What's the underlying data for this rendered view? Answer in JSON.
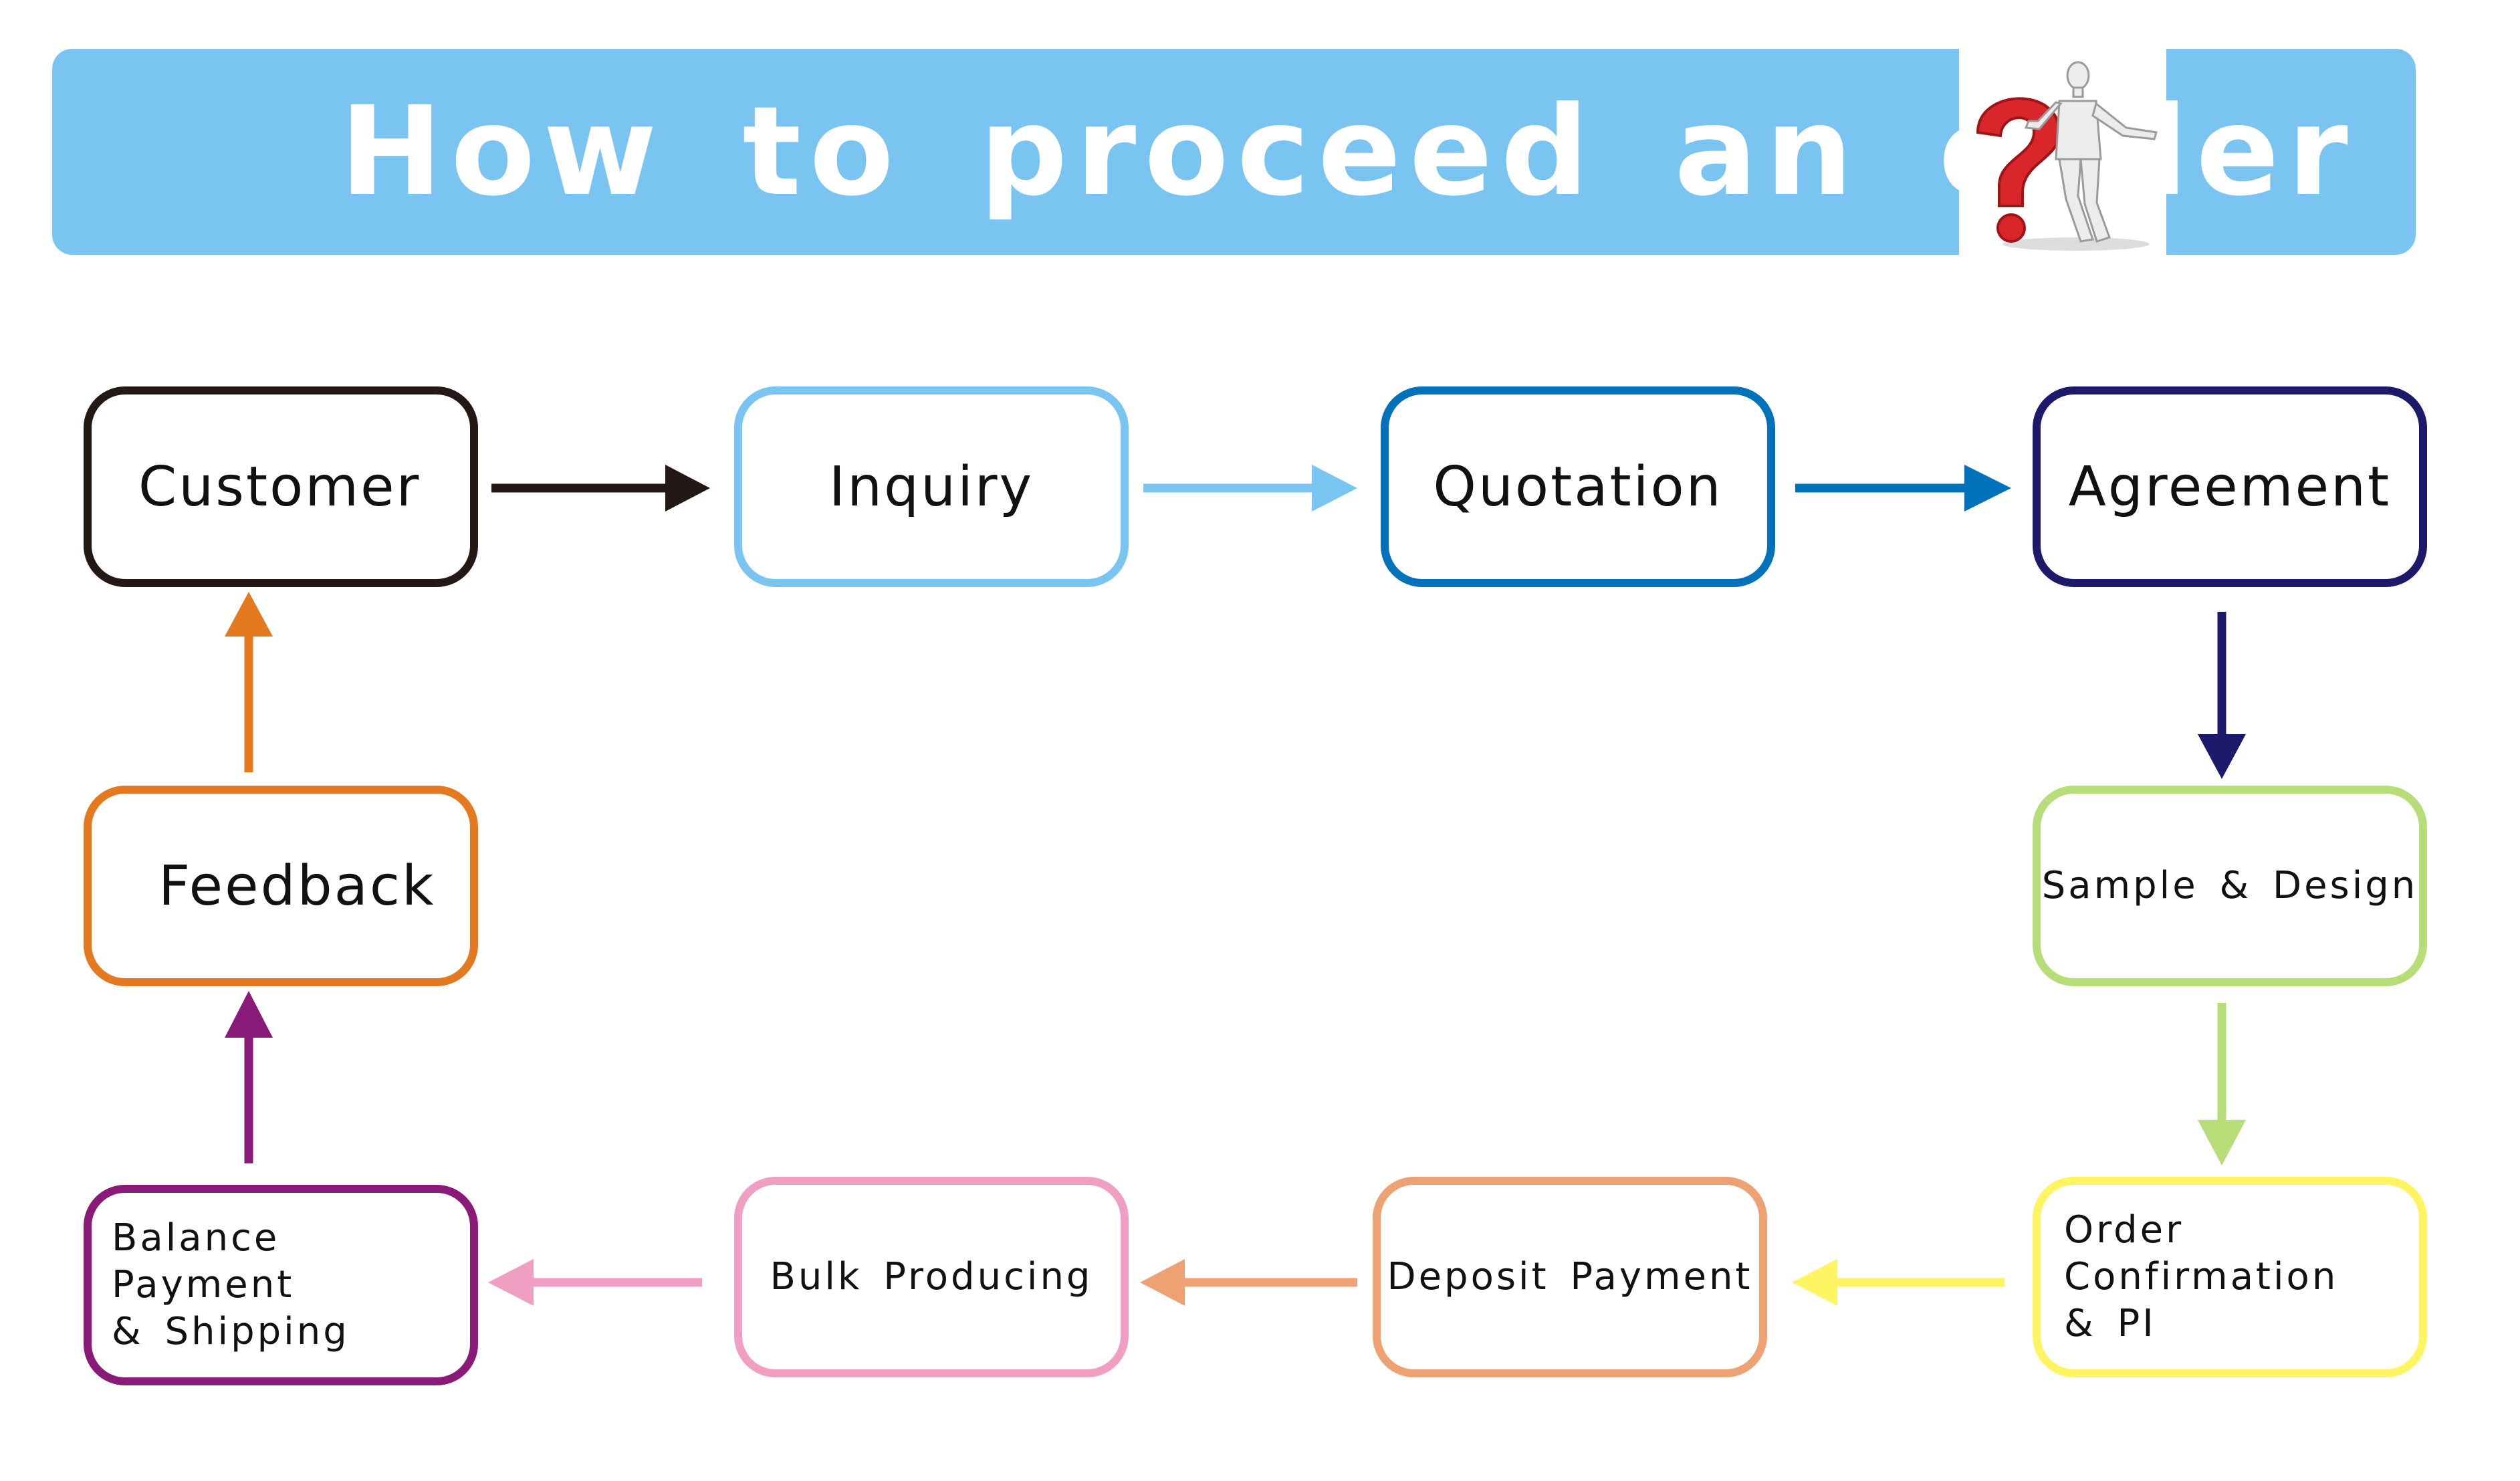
{
  "title": "How to proceed an order",
  "illustration": {
    "icon": "question-mark-mannequin-icon",
    "question_color": "#d8262b",
    "figure_color": "#e8e8e8"
  },
  "colors": {
    "banner": "#79c4f0",
    "customer": "#231815",
    "inquiry": "#79c4f0",
    "quotation": "#0072bc",
    "agreement": "#1d1a6b",
    "sample_design": "#b7dd78",
    "order_confirmation": "#fff562",
    "deposit_payment": "#eea173",
    "bulk_producing": "#f09fc2",
    "balance_payment": "#8a1a78",
    "feedback": "#e4791f"
  },
  "steps": [
    {
      "id": "customer",
      "label": "Customer"
    },
    {
      "id": "inquiry",
      "label": "Inquiry"
    },
    {
      "id": "quotation",
      "label": "Quotation"
    },
    {
      "id": "agreement",
      "label": "Agreement"
    },
    {
      "id": "sample_design",
      "label": "Sample & Design"
    },
    {
      "id": "order_confirmation",
      "label": "Order Confirmation\n& PI"
    },
    {
      "id": "deposit_payment",
      "label": "Deposit Payment"
    },
    {
      "id": "bulk_producing",
      "label": "Bulk Producing"
    },
    {
      "id": "balance_payment",
      "label": "Balance Payment\n& Shipping"
    },
    {
      "id": "feedback",
      "label": "Feedback"
    }
  ]
}
